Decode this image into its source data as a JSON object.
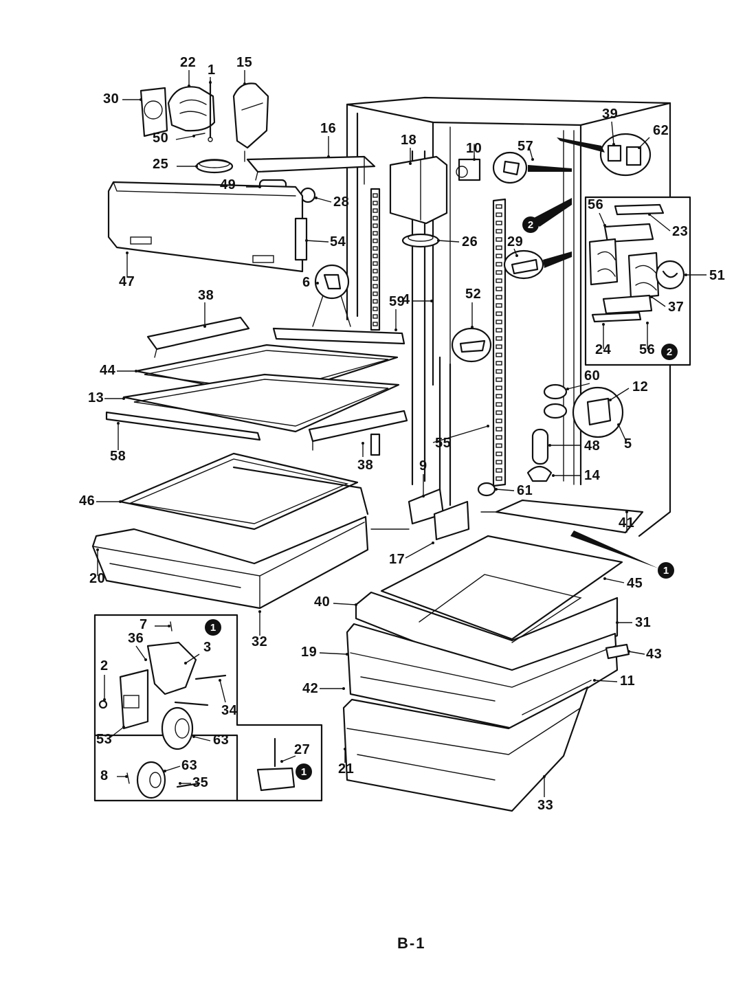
{
  "page_label": "B-1",
  "badges": [
    "1",
    "2"
  ],
  "callouts": [
    {
      "id": "c1",
      "label": "1"
    },
    {
      "id": "c2",
      "label": "2"
    },
    {
      "id": "c3",
      "label": "3"
    },
    {
      "id": "c4",
      "label": "4"
    },
    {
      "id": "c5",
      "label": "5"
    },
    {
      "id": "c6",
      "label": "6"
    },
    {
      "id": "c7",
      "label": "7"
    },
    {
      "id": "c8",
      "label": "8"
    },
    {
      "id": "c9",
      "label": "9"
    },
    {
      "id": "c10",
      "label": "10"
    },
    {
      "id": "c11",
      "label": "11"
    },
    {
      "id": "c12",
      "label": "12"
    },
    {
      "id": "c13",
      "label": "13"
    },
    {
      "id": "c14",
      "label": "14"
    },
    {
      "id": "c15",
      "label": "15"
    },
    {
      "id": "c16",
      "label": "16"
    },
    {
      "id": "c17",
      "label": "17"
    },
    {
      "id": "c18",
      "label": "18"
    },
    {
      "id": "c19",
      "label": "19"
    },
    {
      "id": "c20",
      "label": "20"
    },
    {
      "id": "c21",
      "label": "21"
    },
    {
      "id": "c22",
      "label": "22"
    },
    {
      "id": "c23",
      "label": "23"
    },
    {
      "id": "c24",
      "label": "24"
    },
    {
      "id": "c25",
      "label": "25"
    },
    {
      "id": "c26",
      "label": "26"
    },
    {
      "id": "c27",
      "label": "27"
    },
    {
      "id": "c28",
      "label": "28"
    },
    {
      "id": "c29",
      "label": "29"
    },
    {
      "id": "c30",
      "label": "30"
    },
    {
      "id": "c31",
      "label": "31"
    },
    {
      "id": "c32",
      "label": "32"
    },
    {
      "id": "c33",
      "label": "33"
    },
    {
      "id": "c34",
      "label": "34"
    },
    {
      "id": "c35",
      "label": "35"
    },
    {
      "id": "c36",
      "label": "36"
    },
    {
      "id": "c37",
      "label": "37"
    },
    {
      "id": "c38a",
      "label": "38"
    },
    {
      "id": "c38b",
      "label": "38"
    },
    {
      "id": "c39",
      "label": "39"
    },
    {
      "id": "c40",
      "label": "40"
    },
    {
      "id": "c41",
      "label": "41"
    },
    {
      "id": "c42",
      "label": "42"
    },
    {
      "id": "c43",
      "label": "43"
    },
    {
      "id": "c44",
      "label": "44"
    },
    {
      "id": "c45",
      "label": "45"
    },
    {
      "id": "c46",
      "label": "46"
    },
    {
      "id": "c47",
      "label": "47"
    },
    {
      "id": "c48",
      "label": "48"
    },
    {
      "id": "c49",
      "label": "49"
    },
    {
      "id": "c50",
      "label": "50"
    },
    {
      "id": "c51",
      "label": "51"
    },
    {
      "id": "c52",
      "label": "52"
    },
    {
      "id": "c53",
      "label": "53"
    },
    {
      "id": "c54",
      "label": "54"
    },
    {
      "id": "c55",
      "label": "55"
    },
    {
      "id": "c56a",
      "label": "56"
    },
    {
      "id": "c56b",
      "label": "56"
    },
    {
      "id": "c57",
      "label": "57"
    },
    {
      "id": "c58",
      "label": "58"
    },
    {
      "id": "c59",
      "label": "59"
    },
    {
      "id": "c60",
      "label": "60"
    },
    {
      "id": "c61",
      "label": "61"
    },
    {
      "id": "c62",
      "label": "62"
    },
    {
      "id": "c63a",
      "label": "63"
    },
    {
      "id": "c63b",
      "label": "63"
    }
  ]
}
